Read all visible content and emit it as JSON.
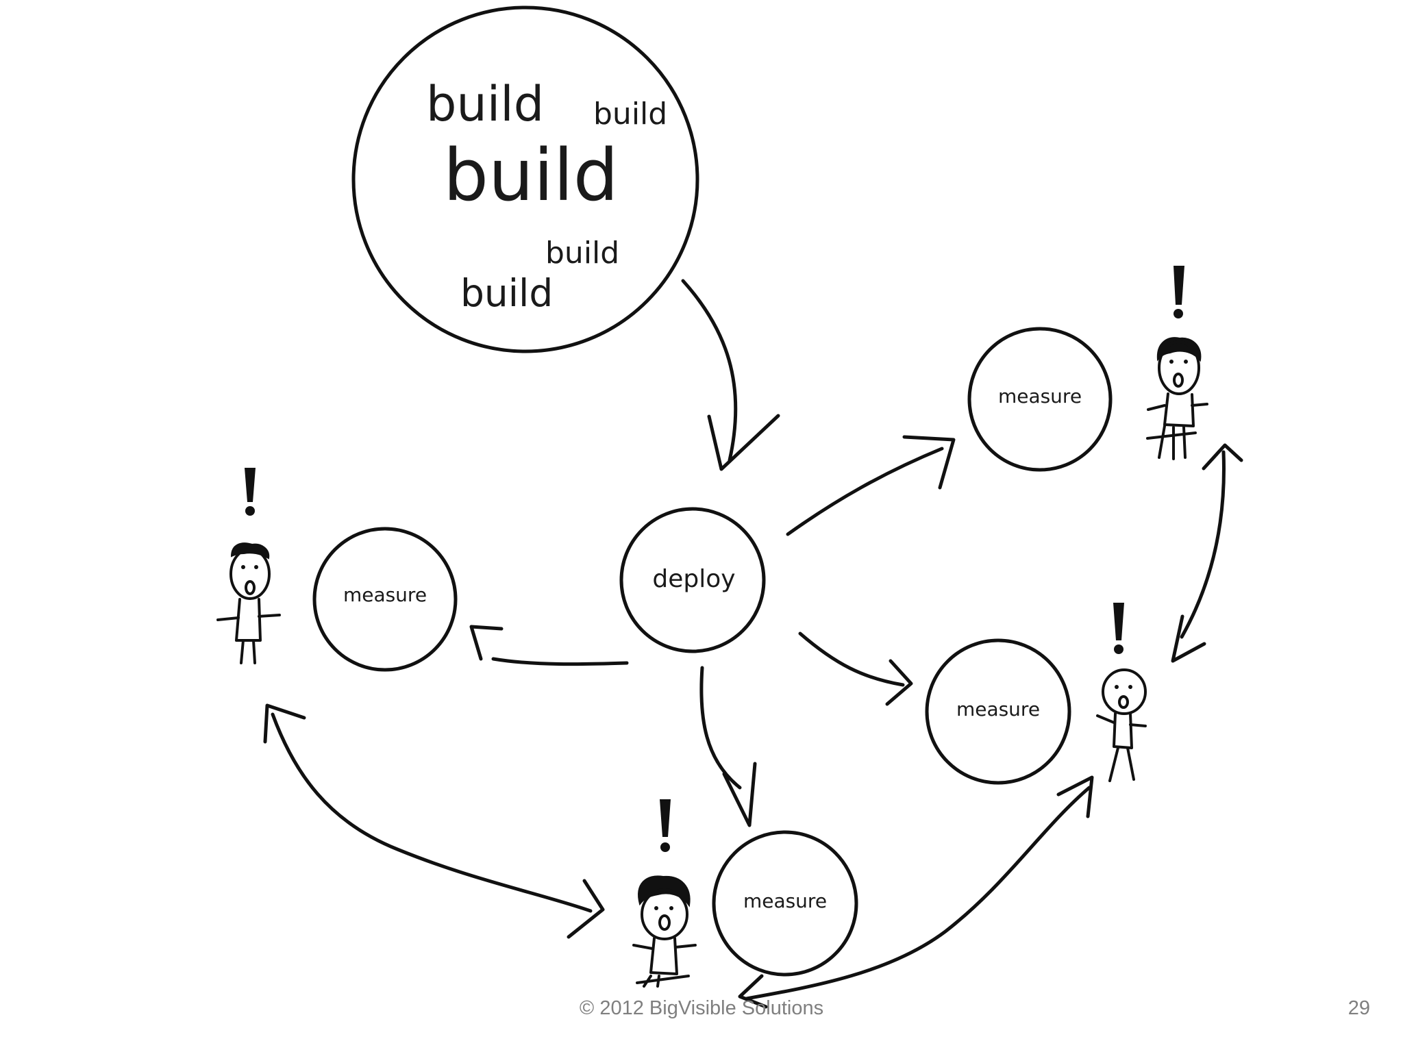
{
  "build_bubble": {
    "words": [
      "build",
      "build",
      "build",
      "build",
      "build"
    ]
  },
  "nodes": {
    "deploy": "deploy",
    "measure_upper_right": "measure",
    "measure_left": "measure",
    "measure_right": "measure",
    "measure_bottom": "measure"
  },
  "footer": {
    "copyright": "© 2012 BigVisible Solutions",
    "page_number": "29"
  },
  "colors": {
    "ink": "#111111",
    "footer_text": "#7f7f7f",
    "background": "#ffffff"
  }
}
